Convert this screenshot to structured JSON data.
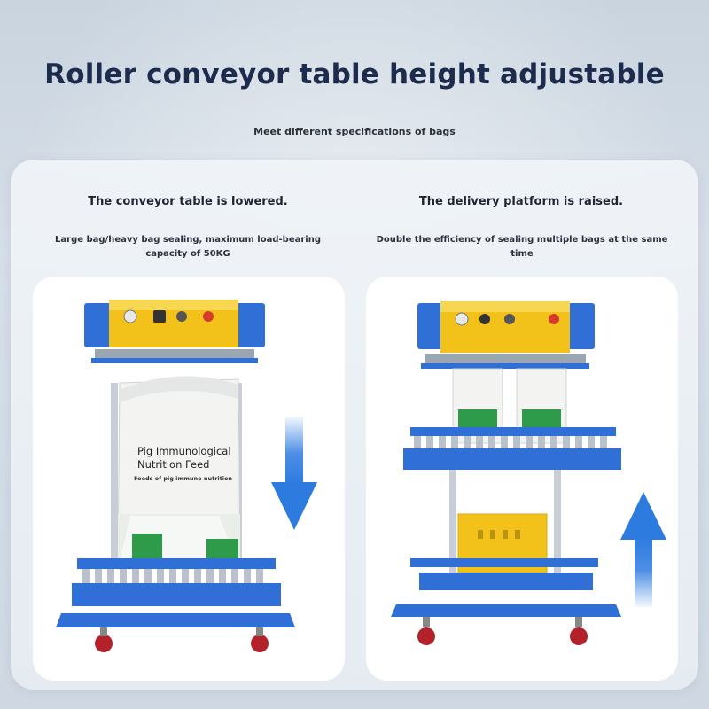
{
  "header": {
    "title": "Roller conveyor table height adjustable",
    "subtitle": "Meet different specifications of bags"
  },
  "columns": [
    {
      "heading": "The conveyor table is lowered.",
      "description": "Large bag/heavy bag sealing, maximum load-bearing capacity of 50KG",
      "arrow": "down-arrow-icon",
      "bag_label": "Pig Immunological Nutrition Feed",
      "bag_sub": "Feeds of pig immune nutrition"
    },
    {
      "heading": "The delivery platform is raised.",
      "description": "Double the efficiency of sealing multiple bags at the same time",
      "arrow": "up-arrow-icon"
    }
  ],
  "colors": {
    "frame_blue": "#2f6fd6",
    "head_yellow": "#f2c21a",
    "arrow_blue": "#2e7be0",
    "title": "#1d2b4c"
  }
}
